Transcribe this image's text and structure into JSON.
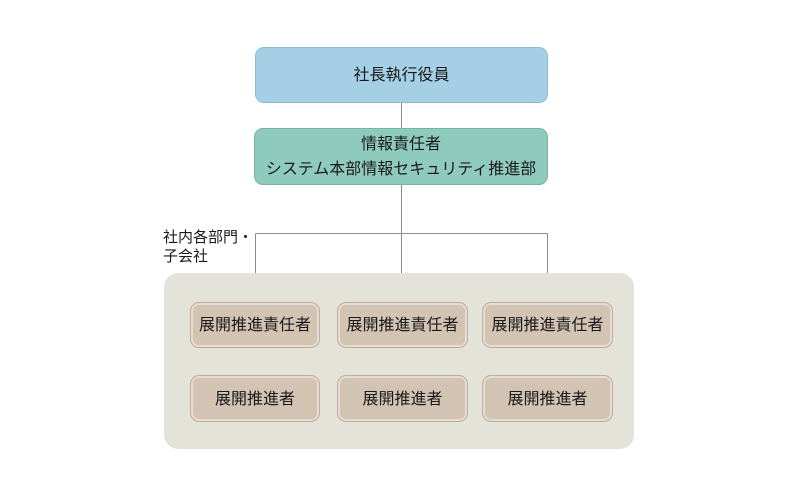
{
  "diagram": {
    "president": {
      "label": "社長執行役員"
    },
    "info_officer": {
      "line1": "情報責任者",
      "line2": "システム本部情報セキュリティ推進部"
    },
    "group_label": {
      "line1": "社内各部門・",
      "line2": "子会社"
    },
    "columns": [
      {
        "manager": "展開推進責任者",
        "promoter": "展開推進者"
      },
      {
        "manager": "展開推進責任者",
        "promoter": "展開推進者"
      },
      {
        "manager": "展開推進責任者",
        "promoter": "展開推進者"
      }
    ],
    "colors": {
      "president_fill": "#a5cfe5",
      "president_border": "#8fbcd4",
      "info_fill": "#8fcbbd",
      "info_border": "#76b5a6",
      "group_fill": "#e4e3da",
      "node_fill": "#d2c3b3",
      "node_border": "#bfae9d",
      "node_highlight": "#e6dccf",
      "connector": "#8c8c8c",
      "text": "#1a1a1a"
    }
  }
}
